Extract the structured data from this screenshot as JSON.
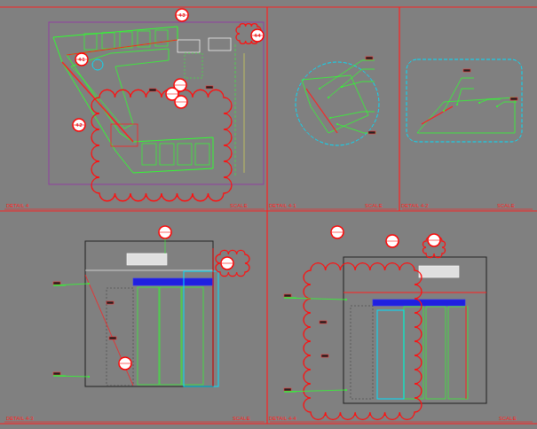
{
  "diagram": {
    "labels": [
      "DETAIL 4",
      "SCALE",
      "DETAIL 4-1",
      "SCALE",
      "DETAIL 4-2",
      "SCALE",
      "DETAIL 4-3",
      "SCALE",
      "DETAIL 4-4",
      "SCALE",
      "4-1",
      "4-2",
      "4-3",
      "4-4"
    ]
  }
}
